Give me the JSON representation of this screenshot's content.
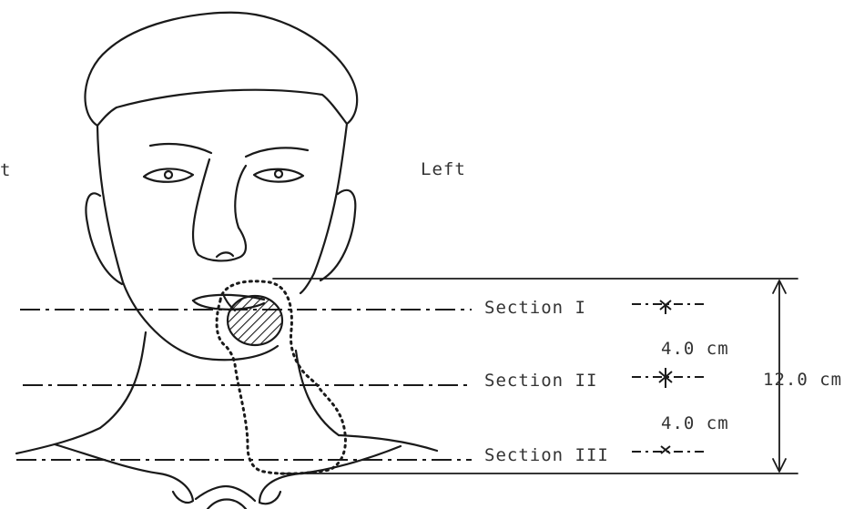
{
  "labels": {
    "right_side": "t",
    "left_side": "Left",
    "section_1": "Section  I",
    "section_2": "Section  II",
    "section_3": "Section III",
    "spacing_upper": "4.0 cm",
    "spacing_lower": "4.0 cm",
    "total_span": "12.0 cm"
  },
  "colors": {
    "ink": "#1a1a1a",
    "text": "#333333",
    "background": "#ffffff"
  }
}
